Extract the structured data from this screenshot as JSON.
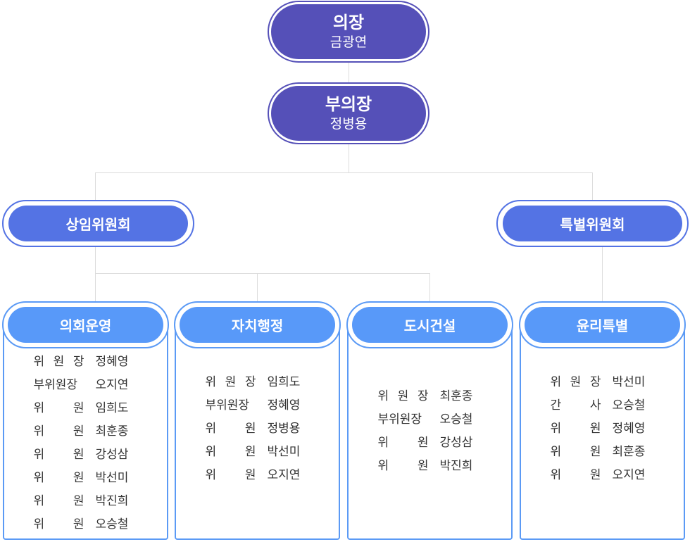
{
  "chair": {
    "title": "의장",
    "name": "금광연"
  },
  "vice_chair": {
    "title": "부의장",
    "name": "정병용"
  },
  "committees": {
    "standing": {
      "label": "상임위원회"
    },
    "special": {
      "label": "특별위원회"
    }
  },
  "subcommittees": [
    {
      "label": "의회운영",
      "members": [
        {
          "role": "위원장",
          "name": "정혜영"
        },
        {
          "role": "부위원장",
          "name": "오지연"
        },
        {
          "role": "위원",
          "name": "임희도"
        },
        {
          "role": "위원",
          "name": "최훈종"
        },
        {
          "role": "위원",
          "name": "강성삼"
        },
        {
          "role": "위원",
          "name": "박선미"
        },
        {
          "role": "위원",
          "name": "박진희"
        },
        {
          "role": "위원",
          "name": "오승철"
        }
      ]
    },
    {
      "label": "자치행정",
      "members": [
        {
          "role": "위원장",
          "name": "임희도"
        },
        {
          "role": "부위원장",
          "name": "정혜영"
        },
        {
          "role": "위원",
          "name": "정병용"
        },
        {
          "role": "위원",
          "name": "박선미"
        },
        {
          "role": "위원",
          "name": "오지연"
        }
      ]
    },
    {
      "label": "도시건설",
      "members": [
        {
          "role": "위원장",
          "name": "최훈종"
        },
        {
          "role": "부위원장",
          "name": "오승철"
        },
        {
          "role": "위원",
          "name": "강성삼"
        },
        {
          "role": "위원",
          "name": "박진희"
        }
      ]
    },
    {
      "label": "윤리특별",
      "members": [
        {
          "role": "위원장",
          "name": "박선미"
        },
        {
          "role": "간사",
          "name": "오승철"
        },
        {
          "role": "위원",
          "name": "정혜영"
        },
        {
          "role": "위원",
          "name": "최훈종"
        },
        {
          "role": "위원",
          "name": "오지연"
        }
      ]
    }
  ],
  "colors": {
    "top": "#5550b8",
    "committee": "#5473e4",
    "subcommittee": "#5899f9",
    "connector": "#dcdcdc",
    "text": "#333333"
  }
}
